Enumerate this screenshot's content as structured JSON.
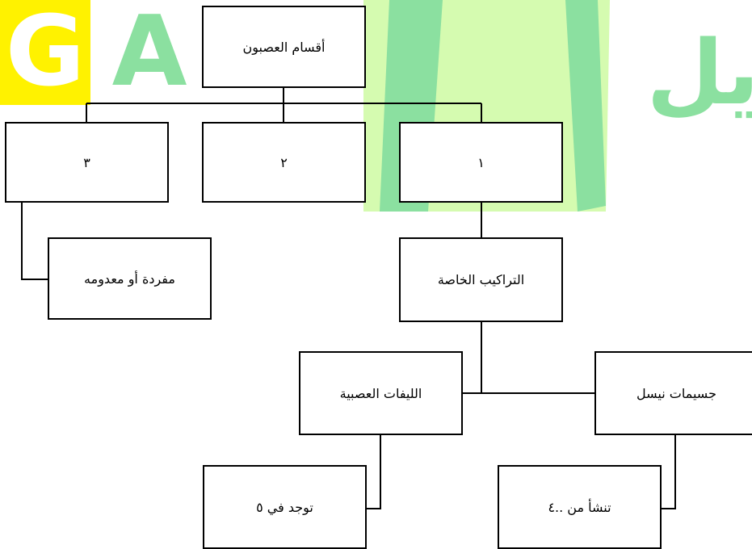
{
  "watermark": {
    "letters": [
      "G",
      "A"
    ],
    "arabic_text": "يل",
    "colors": {
      "yellow": "#FFF200",
      "green": "#8BE0A0",
      "pale_green": "#D5FBB0"
    }
  },
  "diagram": {
    "root": "أقسام العصبون",
    "branches": [
      "١",
      "٢",
      "٣"
    ],
    "branch3_child": "مفردة أو معدومه",
    "branch1_child": "التراكيب الخاصة",
    "structures": {
      "left": "الليفات العصبية",
      "right": "جسيمات نيسل"
    },
    "leaves": {
      "left": "توجد في ٥",
      "right": "تنشأ من ..٤"
    }
  }
}
